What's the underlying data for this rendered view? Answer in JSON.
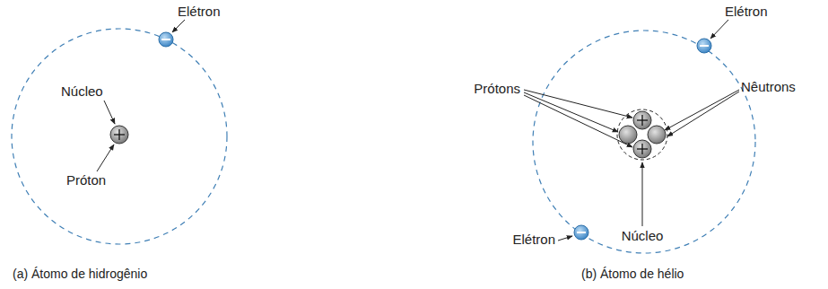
{
  "diagram": {
    "labels": [
      "Elétron",
      "Núcleo",
      "Próton",
      "Elétron",
      "Prótons",
      "Nêutrons",
      "Núcleo",
      "Elétron",
      "(a) Átomo de hidrogênio",
      "(b) Átomo de hélio"
    ]
  }
}
